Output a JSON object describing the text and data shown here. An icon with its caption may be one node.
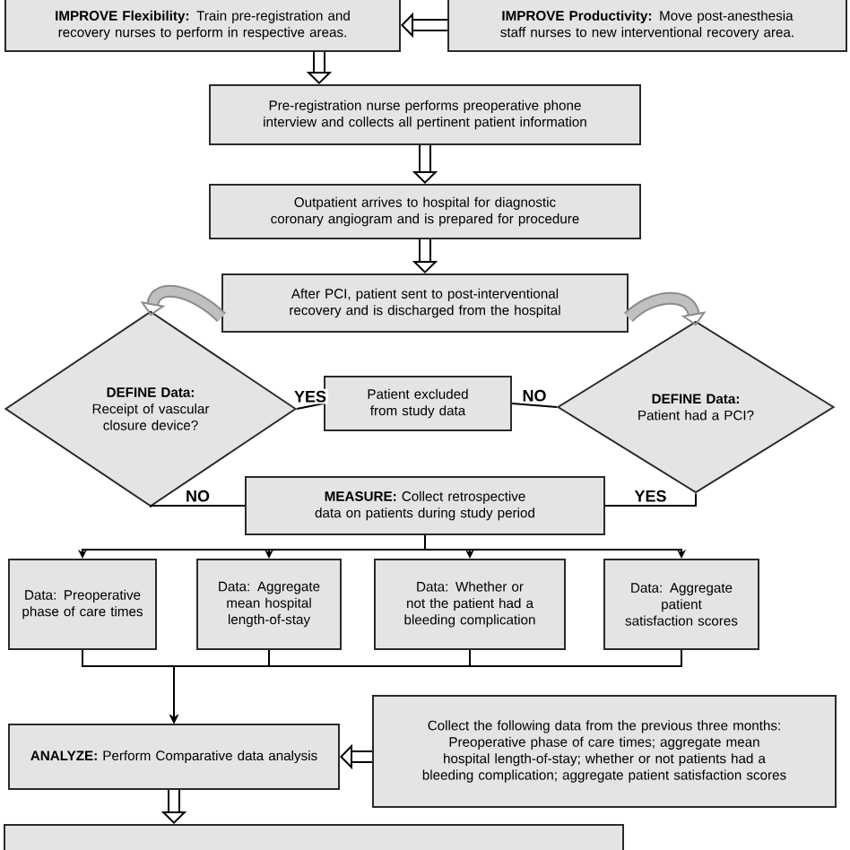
{
  "diagram": {
    "nodes": [
      {
        "text": [
          "**IMPROVE Flexibility:** Train pre-registration and recovery nurses to perform in respective areas."
        ]
      },
      {
        "text": [
          "**IMPROVE Productivity:** Move post-anesthesia staff nurses to new interventional recovery area."
        ]
      },
      {
        "text": [
          "Pre-registration nurse performs preoperative phone interview and collects all pertinent patient information"
        ]
      },
      {
        "text": [
          "Outpatient arrives to hospital for diagnostic coronary angiogram and is prepared for procedure"
        ]
      },
      {
        "text": [
          "After PCI, patient sent to post-interventional recovery and is discharged from the hospital"
        ]
      },
      {
        "text": [
          "**DEFINE Data:** Receipt of vascular closure device?"
        ]
      },
      {
        "text": [
          "Patient excluded from study data"
        ]
      },
      {
        "text": [
          "**DEFINE Data:** Patient had a PCI?"
        ]
      },
      {
        "text": [
          "**MEASURE:** Collect retrospective data on patients during study period"
        ]
      },
      {
        "text": [
          "Data: Preoperative phase of care times"
        ]
      },
      {
        "text": [
          "Data: Aggregate mean hospital length-of-stay"
        ]
      },
      {
        "text": [
          "Data: Whether or not the patient had a bleeding complication"
        ]
      },
      {
        "text": [
          "Data: Aggregate patient satisfaction scores"
        ]
      },
      {
        "text": [
          "**ANALYZE:** Perform Comparative data analysis"
        ]
      },
      {
        "text": [
          "Collect the following data from the previous three months: Preoperative phase of care times; aggregate mean hospital length-of-stay; whether or not patients had a bleeding complication; aggregate patient satisfaction scores"
        ]
      },
      {
        "text": [],
        "shape": "box"
      }
    ],
    "edges": [
      {
        "from": 1,
        "to": 0,
        "arrow": "to",
        "style": "thick"
      },
      {
        "from": 0,
        "to": 2,
        "arrow": "to",
        "style": "thick"
      },
      {
        "from": 2,
        "to": 3,
        "arrow": "to",
        "style": "thick"
      },
      {
        "from": 3,
        "to": 4,
        "arrow": "to",
        "style": "thick"
      },
      {
        "from": 4,
        "to": 5,
        "arrow": "to",
        "style": "thick",
        "color": "#8c8c8c"
      },
      {
        "from": 4,
        "to": 7,
        "arrow": "to",
        "style": "thick",
        "color": "#8c8c8c"
      },
      {
        "from": 5,
        "to": 6,
        "arrow": "none",
        "label": "YES"
      },
      {
        "from": 7,
        "to": 6,
        "arrow": "none",
        "label": "NO"
      },
      {
        "from": 5,
        "to": 8,
        "arrow": "none",
        "label": "NO"
      },
      {
        "from": 7,
        "to": 8,
        "arrow": "none",
        "label": "YES"
      },
      {
        "from": 8,
        "to": 9,
        "arrow": "to"
      },
      {
        "from": 8,
        "to": 10,
        "arrow": "to"
      },
      {
        "from": 8,
        "to": 11,
        "arrow": "to"
      },
      {
        "from": 8,
        "to": 12,
        "arrow": "to"
      },
      {
        "from": 9,
        "to": 13,
        "arrow": "to"
      },
      {
        "from": 10,
        "to": 13,
        "arrow": "to"
      },
      {
        "from": 11,
        "to": 13,
        "arrow": "to"
      },
      {
        "from": 12,
        "to": 13,
        "arrow": "to"
      },
      {
        "from": 14,
        "to": 13,
        "arrow": "to",
        "style": "thick"
      },
      {
        "from": 13,
        "to": 15,
        "arrow": "to",
        "style": "thick"
      }
    ]
  }
}
